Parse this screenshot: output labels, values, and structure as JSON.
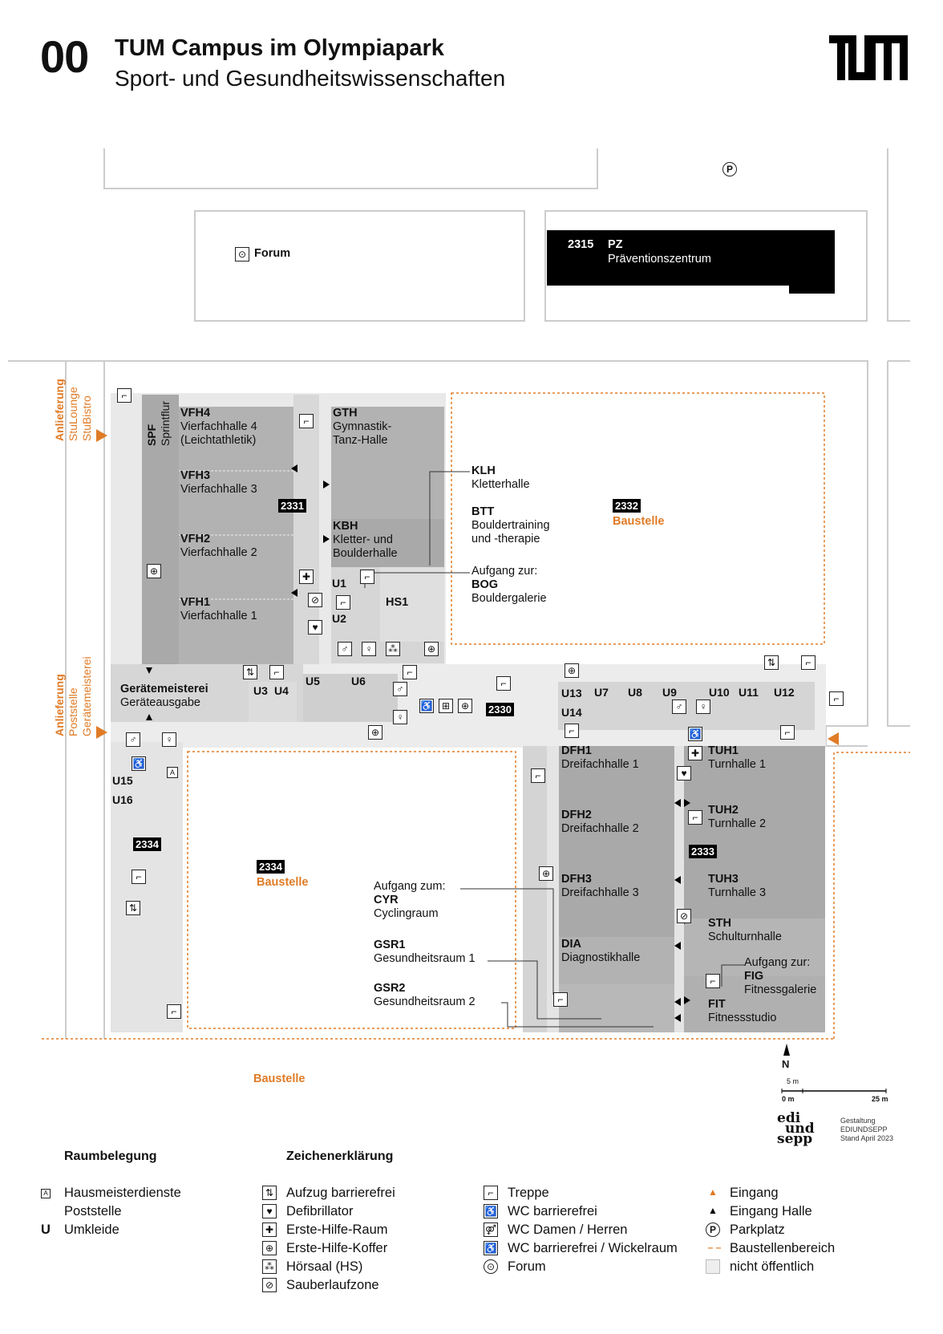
{
  "header": {
    "floor": "00",
    "title": "TUM Campus im Olympiapark",
    "subtitle": "Sport- und Gesundheitswissenschaften",
    "logo_text": "TUM"
  },
  "colors": {
    "accent": "#e07b26",
    "room_dark": "#a9a9a9",
    "room_mid": "#c4c4c4",
    "corridor": "#e9e9e9",
    "black": "#000000"
  },
  "buildings": {
    "forum": "Forum",
    "pz_code": "2315",
    "pz_short": "PZ",
    "pz_name": "Präventionszentrum",
    "b2330": "2330",
    "b2331": "2331",
    "b2332": "2332",
    "b2333": "2333",
    "b2334a": "2334",
    "b2334b": "2334"
  },
  "rooms": {
    "spf_short": "SPF",
    "spf_name": "Sprintflur",
    "vfh4_short": "VFH4",
    "vfh4_name": "Vierfachhalle 4",
    "vfh4_sub": "(Leichtathletik)",
    "vfh3_short": "VFH3",
    "vfh3_name": "Vierfachhalle 3",
    "vfh2_short": "VFH2",
    "vfh2_name": "Vierfachhalle 2",
    "vfh1_short": "VFH1",
    "vfh1_name": "Vierfachhalle 1",
    "gth_short": "GTH",
    "gth_name1": "Gymnastik-",
    "gth_name2": "Tanz-Halle",
    "kbh_short": "KBH",
    "kbh_name1": "Kletter- und",
    "kbh_name2": "Boulderhalle",
    "klh_short": "KLH",
    "klh_name": "Kletterhalle",
    "btt_short": "BTT",
    "btt_name1": "Bouldertraining",
    "btt_name2": "und -therapie",
    "bog_pre": "Aufgang zur:",
    "bog_short": "BOG",
    "bog_name": "Bouldergalerie",
    "hs1": "HS1",
    "gm_name": "Gerätemeisterei",
    "gm_sub": "Geräteausgabe",
    "dfh1_short": "DFH1",
    "dfh1_name": "Dreifachhalle 1",
    "dfh2_short": "DFH2",
    "dfh2_name": "Dreifachhalle 2",
    "dfh3_short": "DFH3",
    "dfh3_name": "Dreifachhalle 3",
    "dia_short": "DIA",
    "dia_name": "Diagnostikhalle",
    "tuh1_short": "TUH1",
    "tuh1_name": "Turnhalle 1",
    "tuh2_short": "TUH2",
    "tuh2_name": "Turnhalle 2",
    "tuh3_short": "TUH3",
    "tuh3_name": "Turnhalle 3",
    "sth_short": "STH",
    "sth_name": "Schulturnhalle",
    "fig_pre": "Aufgang zur:",
    "fig_short": "FIG",
    "fig_name": "Fitnessgalerie",
    "fit_short": "FIT",
    "fit_name": "Fitnessstudio",
    "cyr_pre": "Aufgang zum:",
    "cyr_short": "CYR",
    "cyr_name": "Cyclingraum",
    "gsr1_short": "GSR1",
    "gsr1_name": "Gesundheitsraum 1",
    "gsr2_short": "GSR2",
    "gsr2_name": "Gesundheitsraum 2"
  },
  "lockers": {
    "u1": "U1",
    "u2": "U2",
    "u3": "U3",
    "u4": "U4",
    "u5": "U5",
    "u6": "U6",
    "u7": "U7",
    "u8": "U8",
    "u9": "U9",
    "u10": "U10",
    "u11": "U11",
    "u12": "U12",
    "u13": "U13",
    "u14": "U14",
    "u15": "U15",
    "u16": "U16"
  },
  "construction": {
    "label1": "Baustelle",
    "label2": "Baustelle",
    "label3": "Baustelle"
  },
  "delivery": {
    "top": [
      "Anlieferung",
      "StuLounge",
      "StuBistro"
    ],
    "bottom": [
      "Anlieferung",
      "Poststelle",
      "Gerätemeisterei"
    ]
  },
  "scale": {
    "north": "N",
    "five": "5 m",
    "zero": "0 m",
    "twentyfive": "25 m"
  },
  "credit": {
    "logo": [
      "edi",
      "und",
      "sepp"
    ],
    "lines": [
      "Gestaltung",
      "EDIUNDSEPP",
      "Stand April 2023"
    ]
  },
  "legend": {
    "occupancy_title": "Raumbelegung",
    "occupancy": [
      {
        "icon": "A",
        "label": "Hausmeisterdienste"
      },
      {
        "icon": "",
        "label": "Poststelle"
      },
      {
        "icon": "U",
        "label": "Umkleide"
      }
    ],
    "symbols_title": "Zeichenerklärung",
    "col1": [
      {
        "icon": "elevator-accessible-icon",
        "glyph": "⇅",
        "label": "Aufzug barrierefrei"
      },
      {
        "icon": "defibrillator-icon",
        "glyph": "♥",
        "label": "Defibrillator"
      },
      {
        "icon": "first-aid-room-icon",
        "glyph": "✚",
        "label": "Erste-Hilfe-Raum"
      },
      {
        "icon": "first-aid-kit-icon",
        "glyph": "⊕",
        "label": "Erste-Hilfe-Koffer"
      },
      {
        "icon": "lecture-hall-icon",
        "glyph": "⁂",
        "label": "Hörsaal (HS)"
      },
      {
        "icon": "clean-walk-zone-icon",
        "glyph": "⊘",
        "label": "Sauberlaufzone"
      }
    ],
    "col2": [
      {
        "icon": "stairs-icon",
        "glyph": "⌐",
        "label": "Treppe"
      },
      {
        "icon": "wc-accessible-icon",
        "glyph": "♿",
        "label": "WC barrierefrei"
      },
      {
        "icon": "wc-women-men-icon",
        "glyph": "⚤",
        "label": "WC Damen / Herren"
      },
      {
        "icon": "wc-changing-icon",
        "glyph": "♿",
        "label": "WC barrierefrei / Wickelraum"
      },
      {
        "icon": "forum-icon",
        "glyph": "⊙",
        "label": "Forum"
      }
    ],
    "col3": [
      {
        "icon": "entrance-icon",
        "glyph": "▲",
        "label": "Eingang"
      },
      {
        "icon": "hall-entrance-icon",
        "glyph": "▲",
        "label": "Eingang Halle"
      },
      {
        "icon": "parking-icon",
        "glyph": "P",
        "label": "Parkplatz"
      },
      {
        "icon": "construction-area-icon",
        "glyph": "– –",
        "label": "Baustellenbereich"
      },
      {
        "icon": "non-public-icon",
        "glyph": "",
        "label": "nicht öffentlich"
      }
    ]
  }
}
